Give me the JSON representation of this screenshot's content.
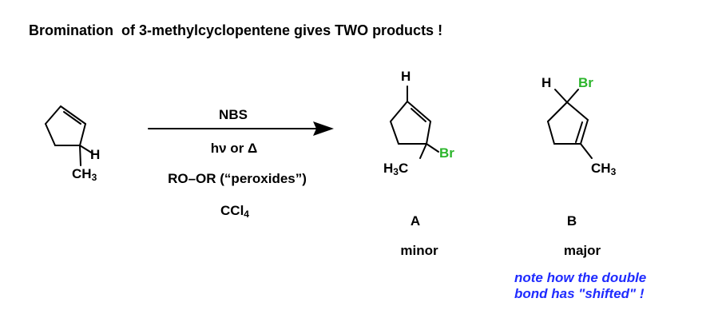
{
  "title": "Bromination  of 3-methylcyclopentene gives TWO products !",
  "reactant": {
    "h": "H",
    "ch3": "CH",
    "ch3_sub": "3"
  },
  "conditions": {
    "reagent": "NBS",
    "energy": "hν or Δ",
    "initiator": "RO–OR (“peroxides”)",
    "solvent": "CCl",
    "solvent_sub": "4"
  },
  "product_a": {
    "h": "H",
    "br": "Br",
    "h3c_h": "H",
    "h3c_sub": "3",
    "h3c_c": "C",
    "label": "A",
    "descriptor": "minor"
  },
  "product_b": {
    "h": "H",
    "br": "Br",
    "ch3": "CH",
    "ch3_sub": "3",
    "label": "B",
    "descriptor": "major"
  },
  "note": {
    "line1": "note how the double",
    "line2": "bond has \"shifted\" !"
  },
  "colors": {
    "bromine": "#2bb52b",
    "note": "#1f2bff"
  }
}
